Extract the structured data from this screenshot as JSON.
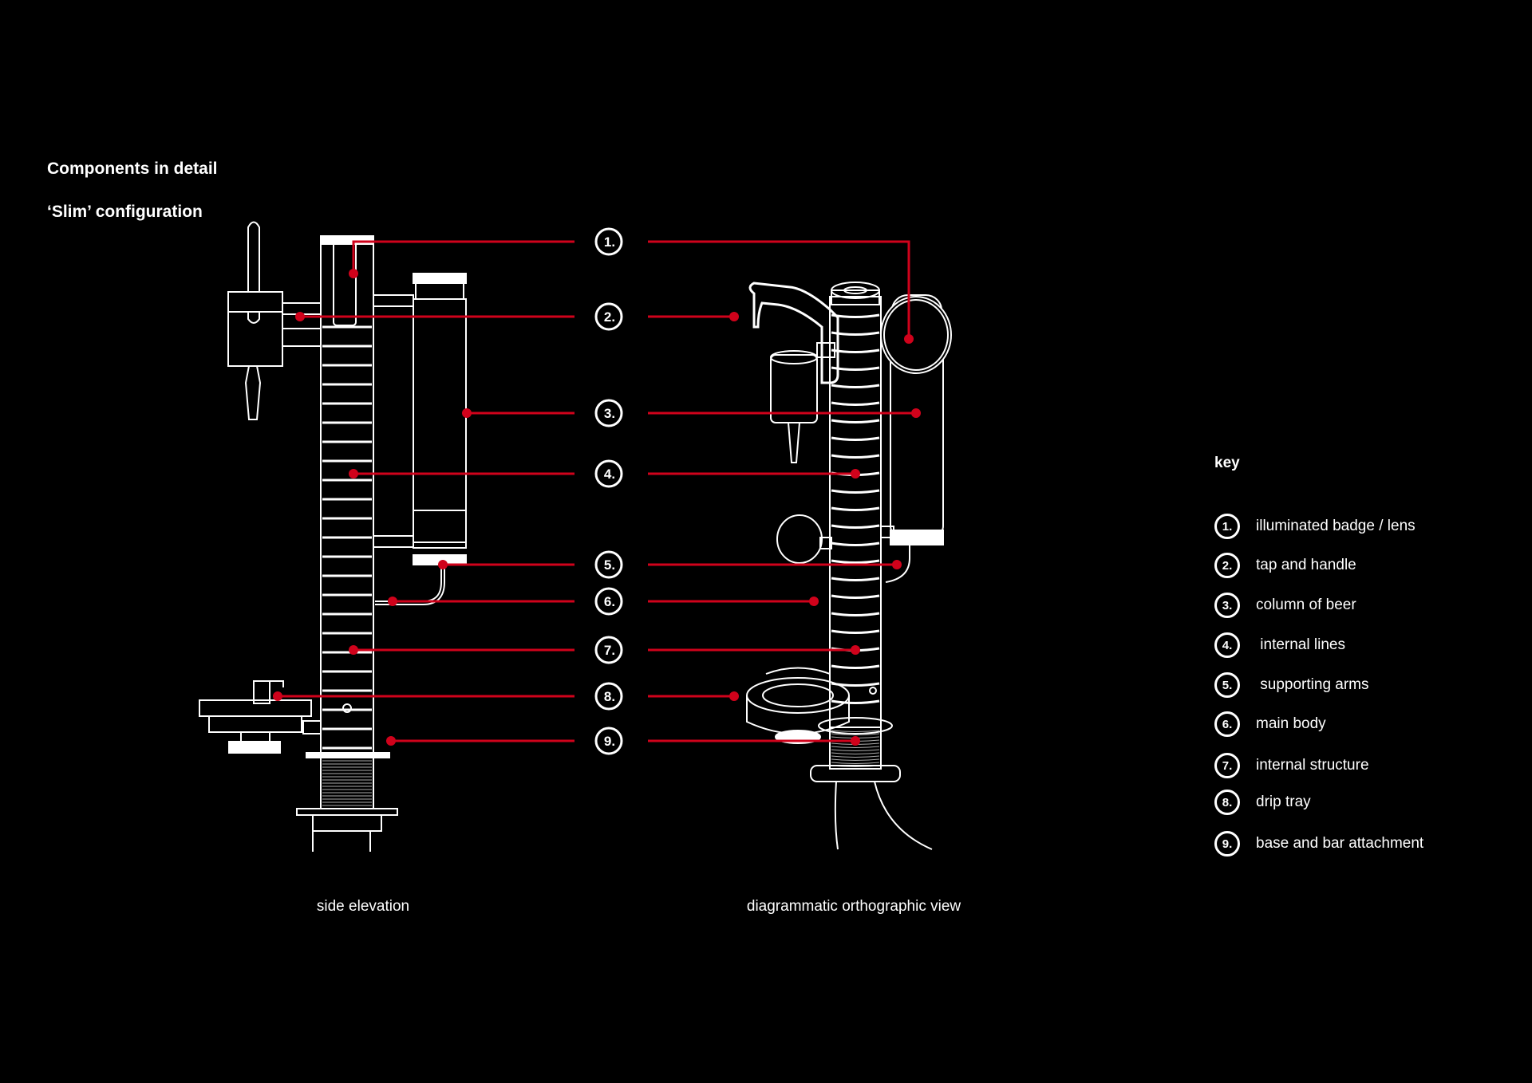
{
  "heading": "Components in detail",
  "subheading": "‘Slim’ configuration",
  "callouts": [
    "1.",
    "2.",
    "3.",
    "4.",
    "5.",
    "6.",
    "7.",
    "8.",
    "9."
  ],
  "captions": {
    "left": "side elevation",
    "right": "diagrammatic orthographic view"
  },
  "key": {
    "title": "key",
    "items": [
      {
        "num": "1.",
        "label": "illuminated badge / lens"
      },
      {
        "num": "2.",
        "label": "tap and handle"
      },
      {
        "num": "3.",
        "label": "column of beer"
      },
      {
        "num": "4.",
        "label": " internal lines"
      },
      {
        "num": "5.",
        "label": " supporting arms"
      },
      {
        "num": "6.",
        "label": "main body"
      },
      {
        "num": "7.",
        "label": "internal structure"
      },
      {
        "num": "8.",
        "label": "drip tray"
      },
      {
        "num": "9.",
        "label": "base and bar attachment"
      }
    ]
  },
  "colors": {
    "background": "#000000",
    "leader": "#d0021b",
    "line_art": "#ffffff"
  }
}
